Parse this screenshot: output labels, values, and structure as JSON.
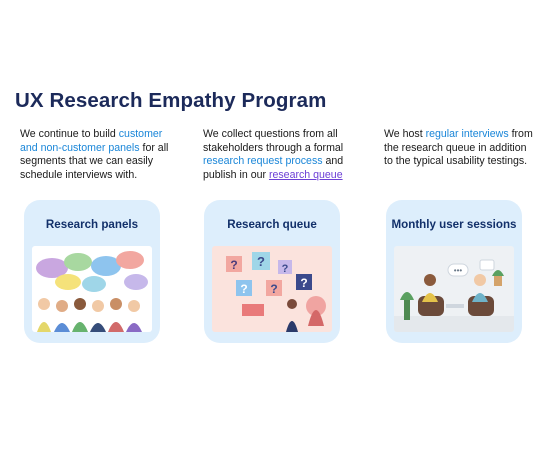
{
  "page": {
    "title": "UX Research Empathy Program"
  },
  "columns": [
    {
      "text_before": "We continue to build ",
      "link": "customer and non-customer panels",
      "text_after": " for all segments that we can easily schedule interviews with."
    },
    {
      "text_before": "We collect questions from all stakeholders through a formal ",
      "link": "research request process",
      "text_middle": " and publish in our ",
      "link2": "research queue"
    },
    {
      "text_before": "We host ",
      "link": "regular interviews",
      "text_after": " from the research queue in addition to the typical usability testings."
    }
  ],
  "cards": [
    {
      "title": "Research panels",
      "illustration": "people-speech-bubbles"
    },
    {
      "title": "Research queue",
      "illustration": "question-marks-collage"
    },
    {
      "title": "Monthly user sessions",
      "illustration": "interview-chairs"
    }
  ],
  "colors": {
    "title": "#1c2a5a",
    "link": "#1a86d8",
    "visited_link": "#6c3fd6",
    "card_bg": "#ddeefc",
    "card_title": "#12306a"
  }
}
